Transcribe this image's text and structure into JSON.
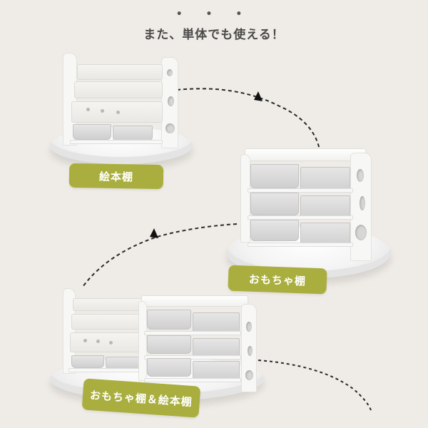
{
  "header": {
    "dots": "• • •",
    "headline": "また、単体でも使える！"
  },
  "products": [
    {
      "id": "picture-book-shelf",
      "label": "絵本棚"
    },
    {
      "id": "toy-shelf",
      "label": "おもちゃ棚"
    },
    {
      "id": "combined",
      "label": "おもちゃ棚＆絵本棚"
    }
  ],
  "colors": {
    "background": "#efebe6",
    "label_bg": "#a9ae3e",
    "label_text": "#ffffff",
    "headline": "#4a4a4a",
    "arrow": "#222222"
  }
}
